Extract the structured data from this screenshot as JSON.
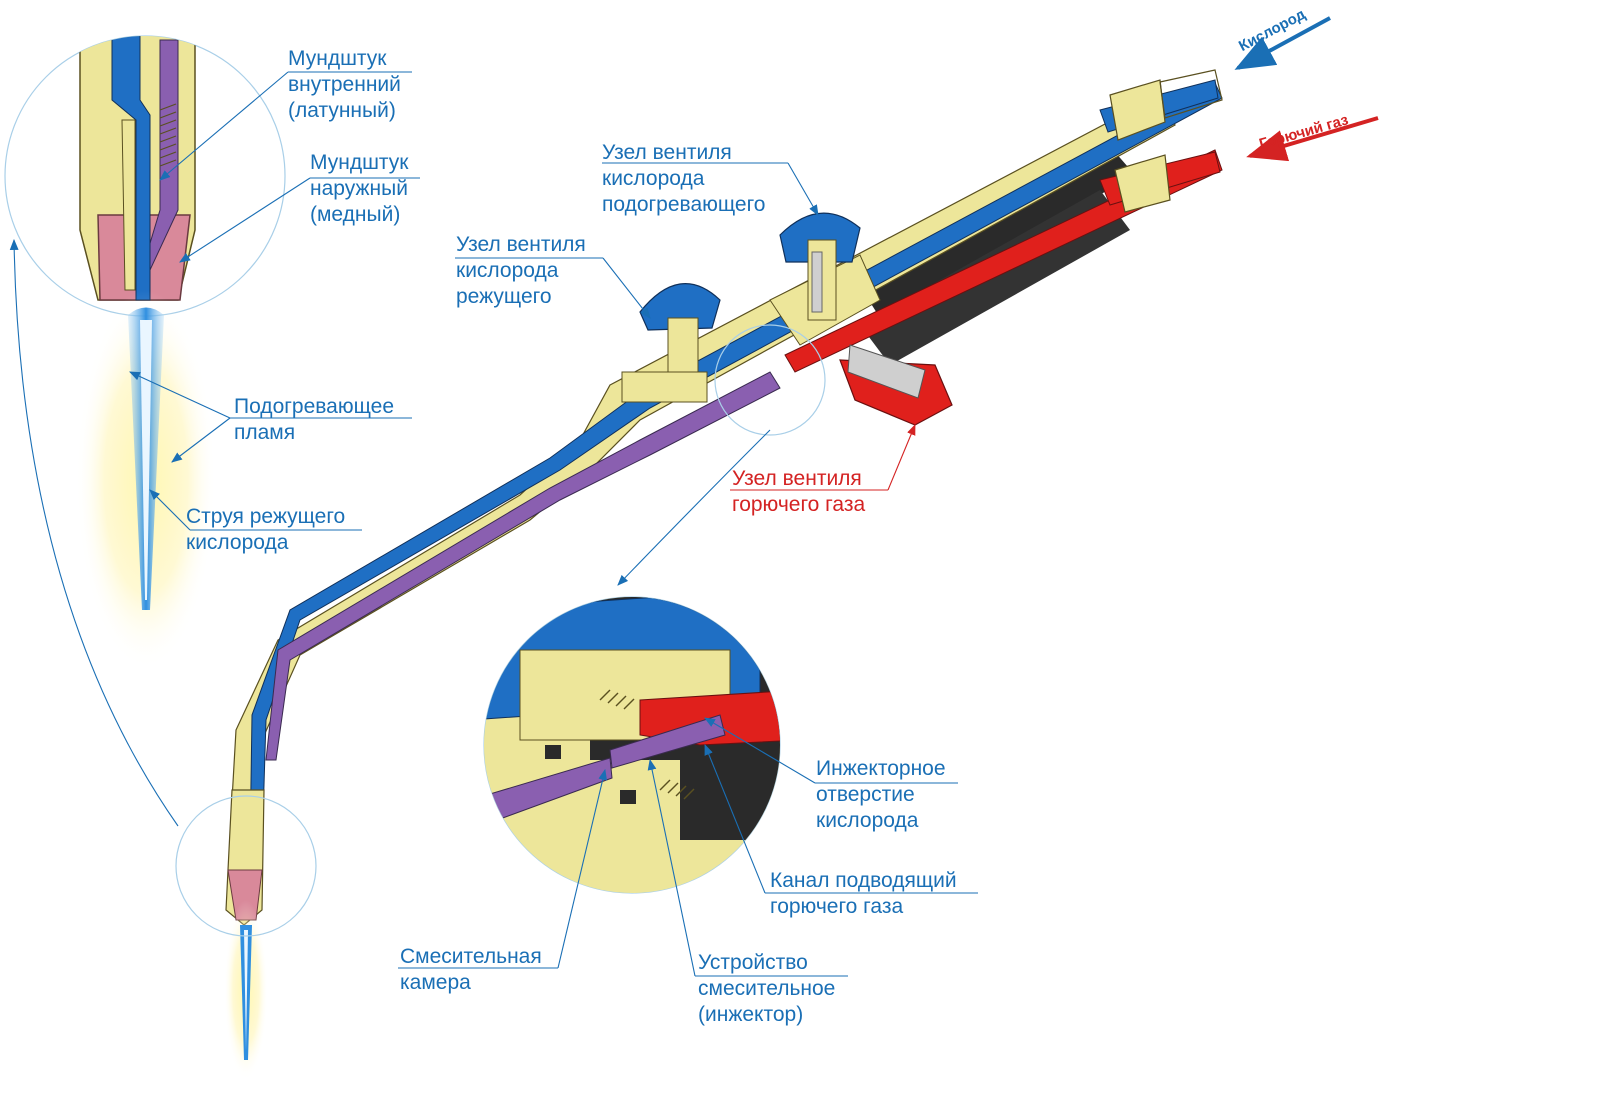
{
  "labels": {
    "mouthpiece_inner": [
      "Мундштук",
      "внутренний",
      "(латунный)"
    ],
    "mouthpiece_outer": [
      "Мундштук",
      "наружный",
      "(медный)"
    ],
    "preheat_flame": [
      "Подогревающее",
      "пламя"
    ],
    "cutting_jet": [
      "Струя режущего",
      "кислорода"
    ],
    "valve_cut_oxygen": [
      "Узел вентиля",
      "кислорода",
      "режущего"
    ],
    "valve_preheat_oxygen": [
      "Узел вентиля",
      "кислорода",
      "подогревающего"
    ],
    "valve_fuel_gas": [
      "Узел вентиля",
      "горючего газа"
    ],
    "injector_orifice": [
      "Инжекторное",
      "отверстие",
      "кислорода"
    ],
    "fuel_channel": [
      "Канал подводящий",
      "горючего газа"
    ],
    "mixing_chamber": [
      "Смесительная",
      "камера"
    ],
    "mixer_device": [
      "Устройство",
      "смесительное",
      "(инжектор)"
    ]
  },
  "inlets": {
    "oxygen": "Кислород",
    "fuel_gas": "Горючий газ"
  },
  "colors": {
    "label_blue": "#1a6fb5",
    "label_red": "#d42323",
    "oxygen": "#1f6fc4",
    "fuel": "#e0201c",
    "mix": "#8a5fb0",
    "brass": "#ede69a",
    "copper": "#d9899a",
    "handle": "#2a2a2a"
  }
}
